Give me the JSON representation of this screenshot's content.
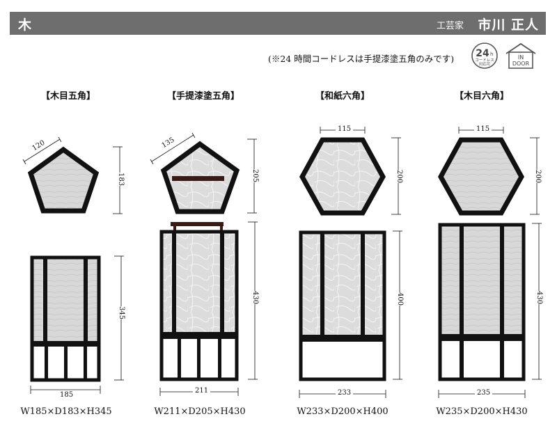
{
  "header": {
    "category": "木",
    "role": "工芸家",
    "artist": "市川 正人"
  },
  "note": "(※24 時間コードレスは手提漆塗五角のみです)",
  "badges": {
    "cordless": {
      "number": "24",
      "unit": "h",
      "line1": "コードレス",
      "line2": "対応可"
    },
    "indoor": {
      "line1": "IN",
      "line2": "DOOR"
    }
  },
  "products": [
    {
      "title": "【木目五角】",
      "top_width": "120",
      "top_height": "183",
      "body_height": "345",
      "body_width": "185",
      "spec": "W185×D183×H345"
    },
    {
      "title": "【手提漆塗五角】",
      "top_width": "135",
      "top_height": "205",
      "body_height": "430",
      "body_width": "211",
      "spec": "W211×D205×H430"
    },
    {
      "title": "【和紙六角】",
      "top_width": "115",
      "top_height": "200",
      "body_height": "400",
      "body_width": "233",
      "spec": "W233×D200×H400"
    },
    {
      "title": "【木目六角】",
      "top_width": "115",
      "top_height": "200",
      "body_height": "430",
      "body_width": "235",
      "spec": "W235×D200×H430"
    }
  ],
  "colors": {
    "header_bg": "#6e6e6e",
    "frame": "#111111",
    "panel": "#d6d6d6",
    "handle": "#3a1a14"
  }
}
